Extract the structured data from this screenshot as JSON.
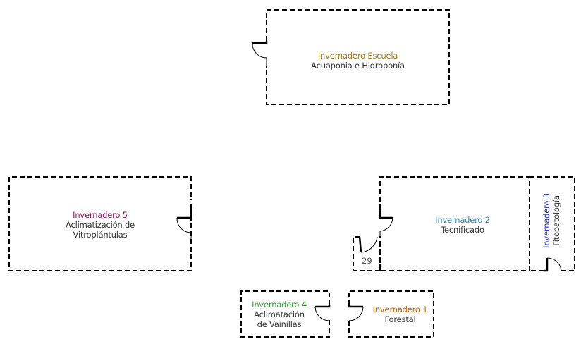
{
  "rooms": [
    {
      "id": "escuela",
      "name": "Invernadero Escuela",
      "subtitle": "Acuaponia e Hidroponía",
      "color": "#a87a14"
    },
    {
      "id": "inv5",
      "name": "Invernadero 5",
      "subtitle_line1": "Aclimatización de",
      "subtitle_line2": "Vitroplántulas",
      "color": "#8a1060"
    },
    {
      "id": "inv2",
      "name": "Invernadero 2",
      "subtitle": "Tecnificado",
      "color": "#3a8aaa"
    },
    {
      "id": "inv3",
      "name": "Invernadero 3",
      "subtitle": "Fitopatología",
      "color": "#2030c0"
    },
    {
      "id": "inv4",
      "name": "Invernadero 4",
      "subtitle_line1": "Aclimatación",
      "subtitle_line2": "de Vainillas",
      "color": "#3a9a3a"
    },
    {
      "id": "inv1",
      "name": "Invernadero 1",
      "subtitle": "Forestal",
      "color": "#c0640a"
    }
  ],
  "small_room": {
    "number": "29"
  }
}
